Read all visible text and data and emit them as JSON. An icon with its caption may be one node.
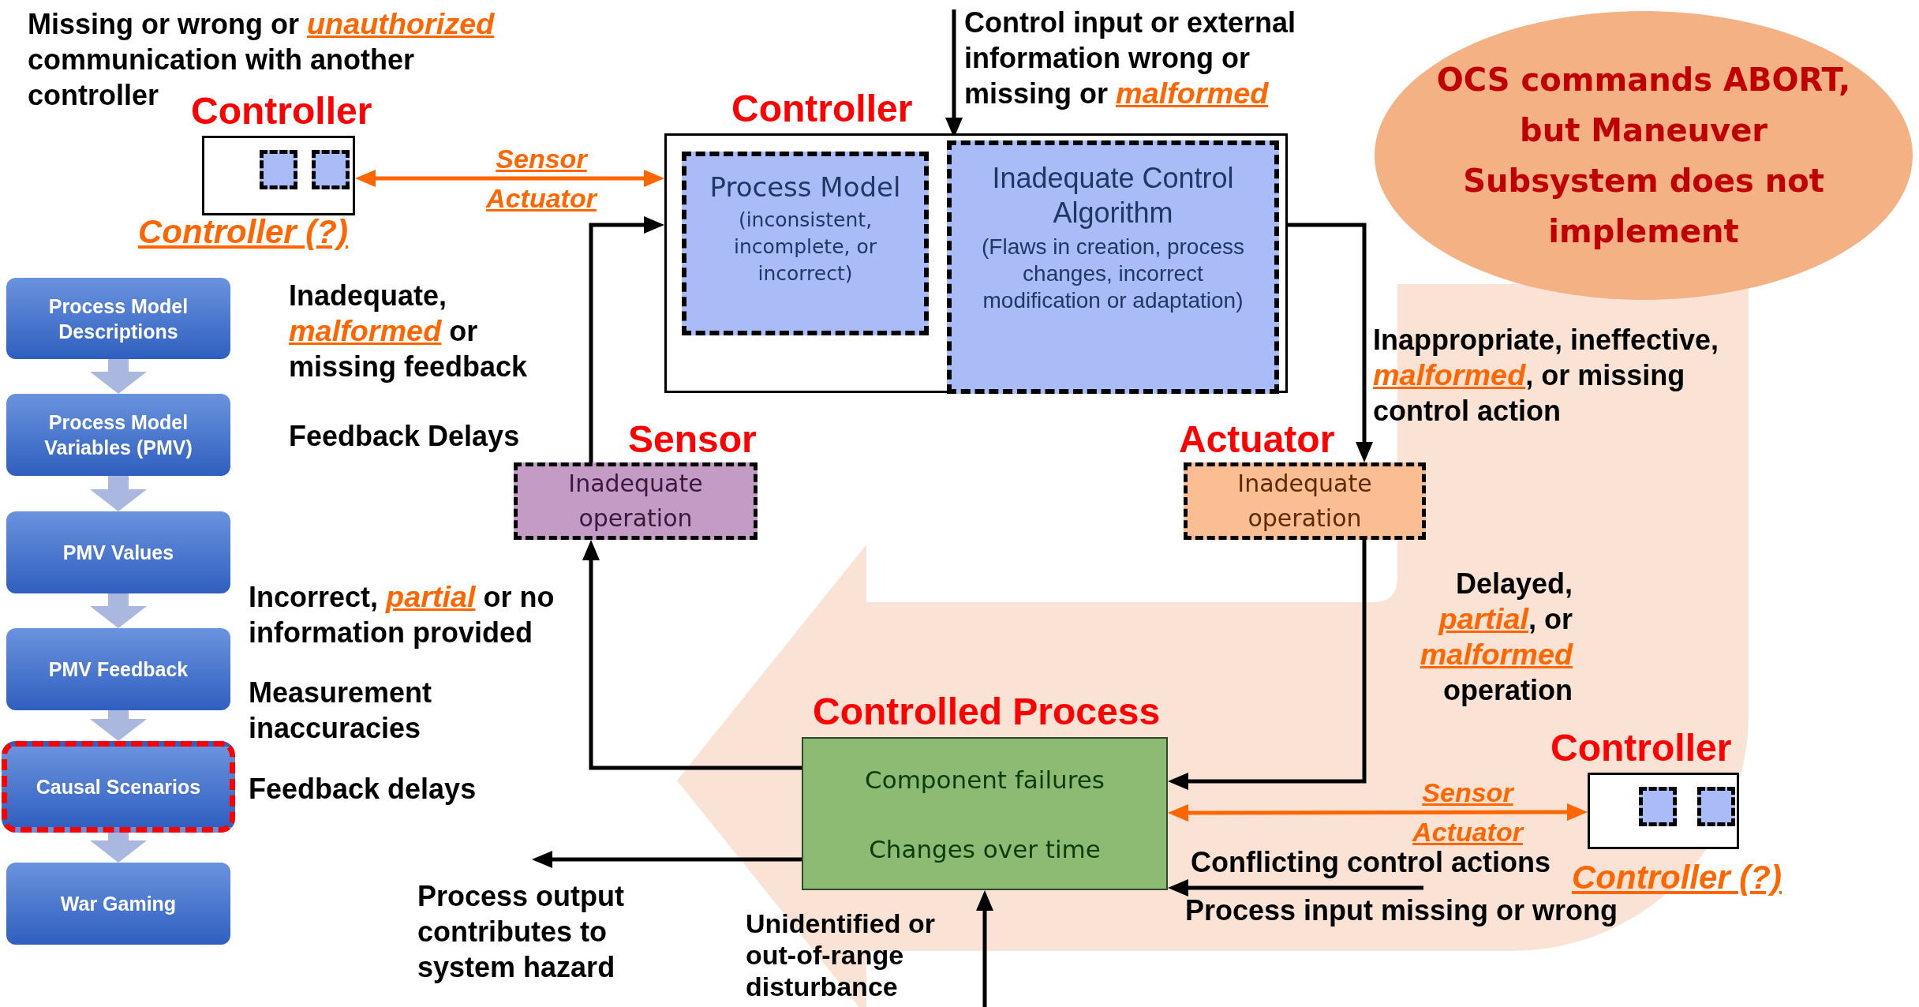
{
  "diagram": {
    "nodes": [
      {
        "text": [
          "Controller"
        ],
        "beside": [
          "Controller (?)"
        ]
      },
      {
        "text": [
          "Controller"
        ]
      },
      {
        "text": [
          "Process Model",
          "(inconsistent, incomplete, or incorrect)"
        ],
        "in": 1
      },
      {
        "text": [
          "Inadequate Control Algorithm",
          "(Flaws in creation, process changes, incorrect modification or adaptation)"
        ],
        "in": 1
      },
      {
        "text": [
          "OCS commands ABORT, but Maneuver Subsystem does not implement"
        ]
      },
      {
        "text": [
          "Process Model Descriptions"
        ]
      },
      {
        "text": [
          "Process Model Variables (PMV)"
        ]
      },
      {
        "text": [
          "PMV Values"
        ]
      },
      {
        "text": [
          "PMV Feedback"
        ]
      },
      {
        "text": [
          "Causal Scenarios"
        ]
      },
      {
        "text": [
          "War Gaming"
        ]
      },
      {
        "text": [
          "Sensor",
          "Inadequate operation"
        ]
      },
      {
        "text": [
          "Actuator",
          "Inadequate operation"
        ]
      },
      {
        "text": [
          "Controlled Process",
          "Component failures",
          "Changes over time"
        ]
      },
      {
        "text": [
          "Controller"
        ],
        "beside": [
          "Controller (?)"
        ]
      },
      {
        "text": [
          "Control input or external information wrong or missing or *malformed*"
        ]
      },
      {
        "text": [
          "Process output contributes to system hazard"
        ]
      },
      {
        "text": [
          "Process input missing or wrong"
        ]
      }
    ],
    "edges": [
      {
        "from": 0,
        "to": 1,
        "arrow": "both",
        "label": "Sensor Actuator",
        "color": "#ff6600"
      },
      {
        "from": 11,
        "to": 1,
        "arrow": "to"
      },
      {
        "from": 15,
        "to": 3,
        "arrow": "to"
      },
      {
        "from": 3,
        "to": 12,
        "arrow": "to"
      },
      {
        "from": 12,
        "to": 13,
        "arrow": "to"
      },
      {
        "from": 13,
        "to": 11,
        "arrow": "to"
      },
      {
        "from": 13,
        "to": 16,
        "arrow": "to"
      },
      {
        "from": null,
        "to": 13,
        "arrow": "to"
      },
      {
        "from": 17,
        "to": 13,
        "arrow": "to"
      },
      {
        "from": 13,
        "to": 14,
        "arrow": "both",
        "label": "Sensor Actuator",
        "color": "#ff6600"
      },
      {
        "from": 5,
        "to": 6,
        "arrow": "to",
        "style": "thick",
        "color": "#aab8e0"
      },
      {
        "from": 6,
        "to": 7,
        "arrow": "to",
        "style": "thick",
        "color": "#aab8e0"
      },
      {
        "from": 7,
        "to": 8,
        "arrow": "to",
        "style": "thick",
        "color": "#aab8e0"
      },
      {
        "from": 8,
        "to": 9,
        "arrow": "to",
        "style": "thick",
        "color": "#aab8e0"
      },
      {
        "from": 9,
        "to": 10,
        "arrow": "to",
        "style": "thick",
        "color": "#aab8e0"
      }
    ],
    "labels": [
      "Missing or wrong or *unauthorized* communication with another controller",
      "Inadequate, *malformed* or missing feedback",
      "Inappropriate, ineffective, *malformed*, or missing control action",
      "Feedback Delays",
      "Delayed, *partial*, or *malformed* operation",
      "Incorrect, *partial* or no information provided",
      "Measurement inaccuracies",
      "Feedback delays",
      "Conflicting control actions",
      "Unidentified or out-of-range disturbance"
    ]
  }
}
